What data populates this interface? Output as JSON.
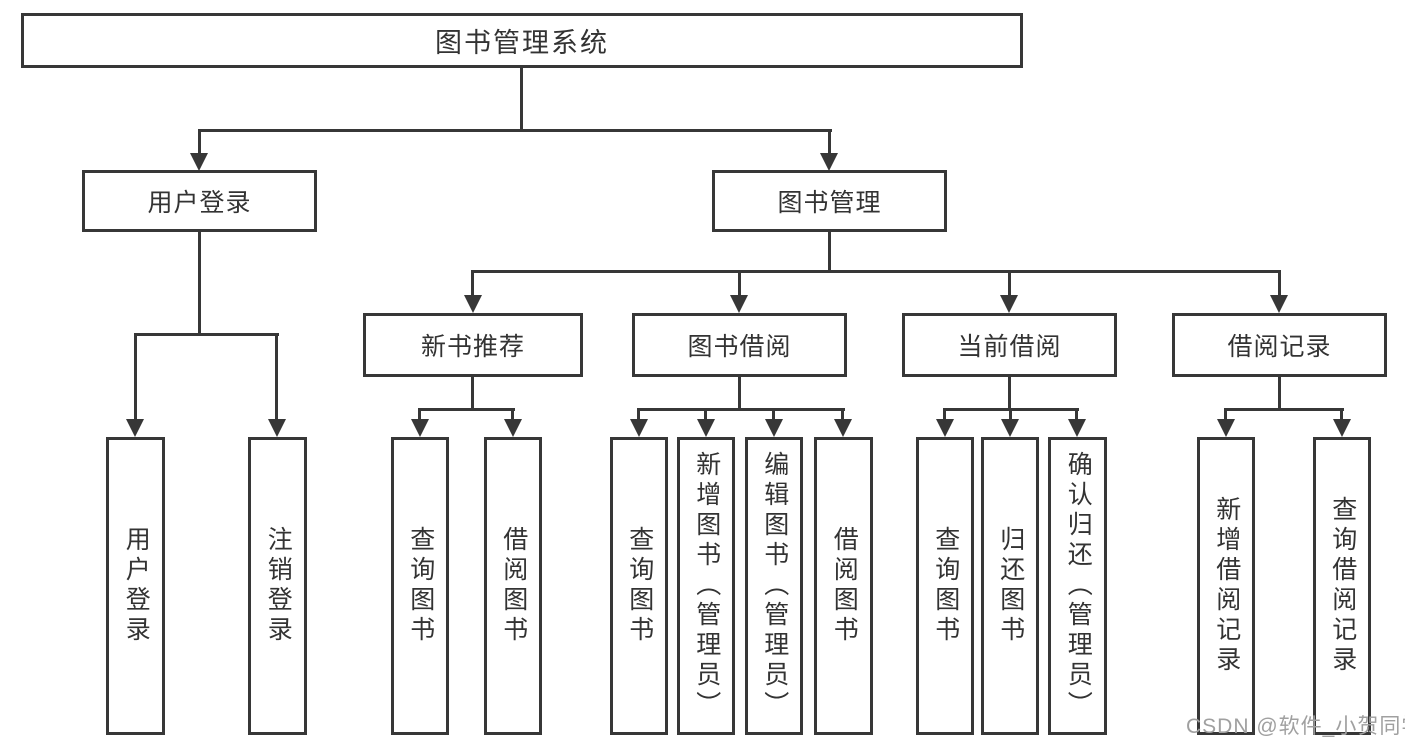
{
  "diagram": {
    "title": "图书管理系统",
    "root_label": "图书管理系统",
    "branches": [
      {
        "label": "用户登录",
        "leaves": [
          "用户登录",
          "注销登录"
        ]
      },
      {
        "label": "图书管理",
        "groups": [
          {
            "label": "新书推荐",
            "leaves": [
              "查询图书",
              "借阅图书"
            ]
          },
          {
            "label": "图书借阅",
            "leaves": [
              "查询图书",
              "新增图书（管理员）",
              "编辑图书（管理员）",
              "借阅图书"
            ]
          },
          {
            "label": "当前借阅",
            "leaves": [
              "查询图书",
              "归还图书",
              "确认归还（管理员）"
            ]
          },
          {
            "label": "借阅记录",
            "leaves": [
              "新增借阅记录",
              "查询借阅记录"
            ]
          }
        ]
      }
    ]
  },
  "watermark": {
    "text": "CSDN @软件_小贺同学"
  },
  "colors": {
    "line": "#373737",
    "text": "#333333",
    "watermark": "#a0a0a0",
    "background": "#ffffff"
  }
}
